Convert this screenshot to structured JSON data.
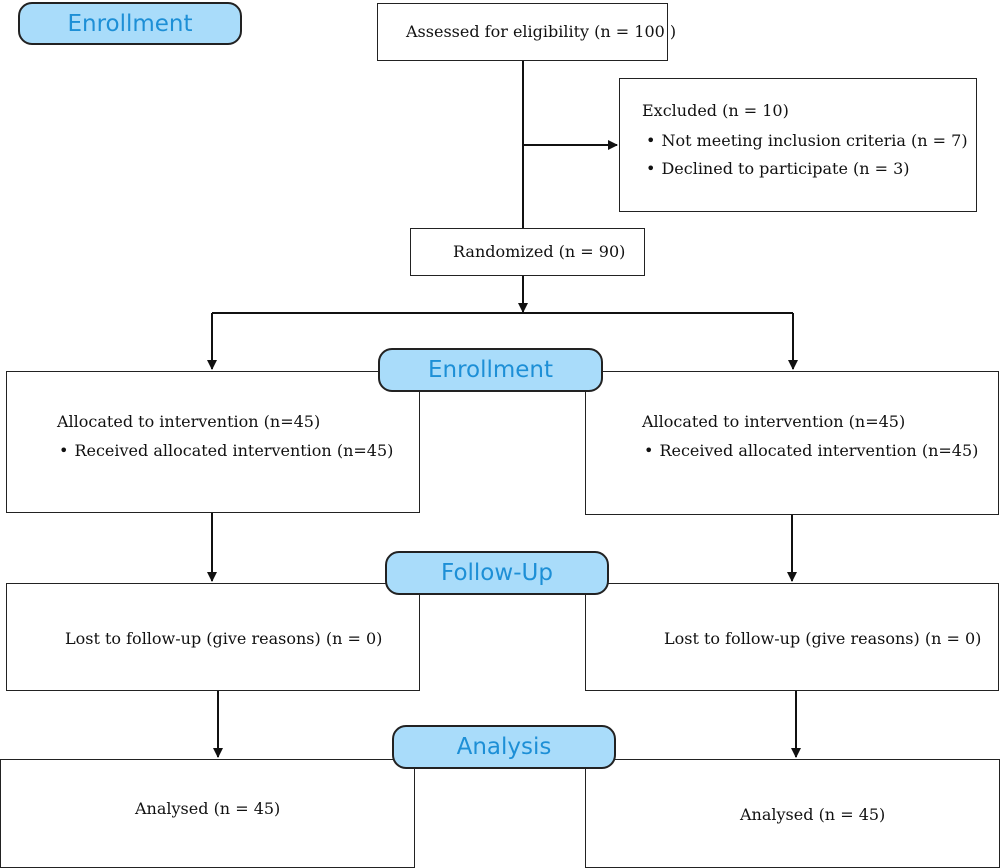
{
  "stages": {
    "enrollment_top": "Enrollment",
    "enrollment_mid": "Enrollment",
    "follow_up": "Follow-Up",
    "analysis": "Analysis"
  },
  "assessed": "Assessed for eligibility (n = 100 )",
  "excluded": {
    "title": "Excluded (n = 10)",
    "items": [
      "Not meeting inclusion criteria (n = 7)",
      "Declined to participate (n = 3)"
    ]
  },
  "randomized": "Randomized (n = 90)",
  "allocation": {
    "left": {
      "title": "Allocated to intervention (n=45)",
      "item": "Received allocated intervention (n=45)"
    },
    "right": {
      "title": "Allocated to intervention (n=45)",
      "item": "Received allocated intervention (n=45)"
    }
  },
  "follow_up": {
    "left": "Lost to follow-up (give reasons) (n = 0)",
    "right": "Lost to follow-up (give reasons) (n = 0)"
  },
  "analysis": {
    "left": "Analysed (n = 45)",
    "right": "Analysed (n = 45)"
  }
}
